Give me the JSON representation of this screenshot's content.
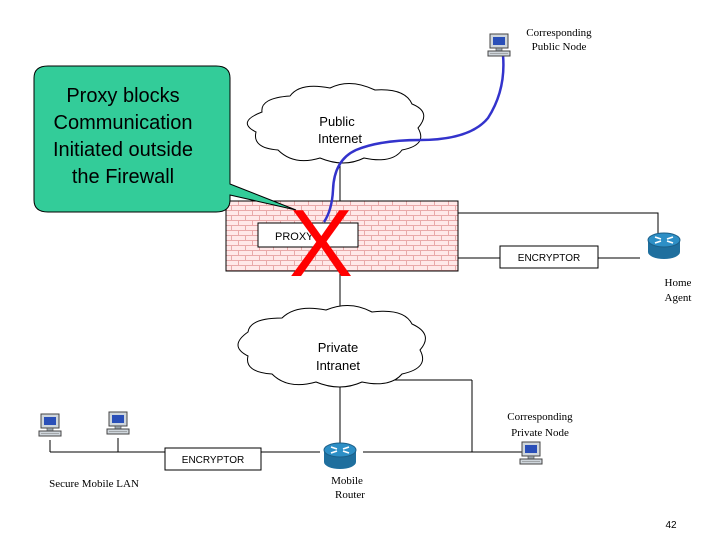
{
  "callout": {
    "lines": [
      "Proxy blocks",
      "Communication",
      "Initiated outside",
      "the Firewall"
    ],
    "fill": "#33cc99"
  },
  "clouds": {
    "public_line1": "Public",
    "public_line2": "Internet",
    "private_line1": "Private",
    "private_line2": "Intranet"
  },
  "boxes": {
    "proxy": "PROXY",
    "encryptor_top": "ENCRYPTOR",
    "encryptor_bottom": "ENCRYPTOR"
  },
  "nodes": {
    "corr_public_line1": "Corresponding",
    "corr_public_line2": "Public Node",
    "home_agent_line1": "Home",
    "home_agent_line2": "Agent",
    "corr_private_line1": "Corresponding",
    "corr_private_line2": "Private Node",
    "secure_lan": "Secure Mobile LAN",
    "mobile_router_line1": "Mobile",
    "mobile_router_line2": "Router"
  },
  "blocked_mark": "X",
  "slide_number": "42",
  "colors": {
    "firewall_brick": "#e9a9a9",
    "firewall_bg": "#ffe8e8",
    "blocked_mark": "#ff0000",
    "connection": "#3333cc",
    "router": "#2d8fc6"
  }
}
